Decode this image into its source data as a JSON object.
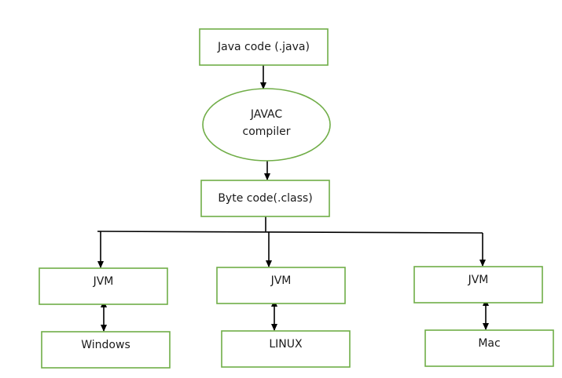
{
  "diagram": {
    "source": {
      "label": "Java code (.java)"
    },
    "compiler": {
      "line1": "JAVAC",
      "line2": "compiler"
    },
    "bytecode": {
      "label": "Byte code(.class)"
    },
    "vms": [
      {
        "label": "JVM",
        "platform": "Windows"
      },
      {
        "label": "JVM",
        "platform": "LINUX"
      },
      {
        "label": "JVM",
        "platform": "Mac"
      }
    ],
    "colors": {
      "box_border": "#70ad47",
      "arrow": "#000000",
      "text": "#1a1a1a"
    }
  }
}
